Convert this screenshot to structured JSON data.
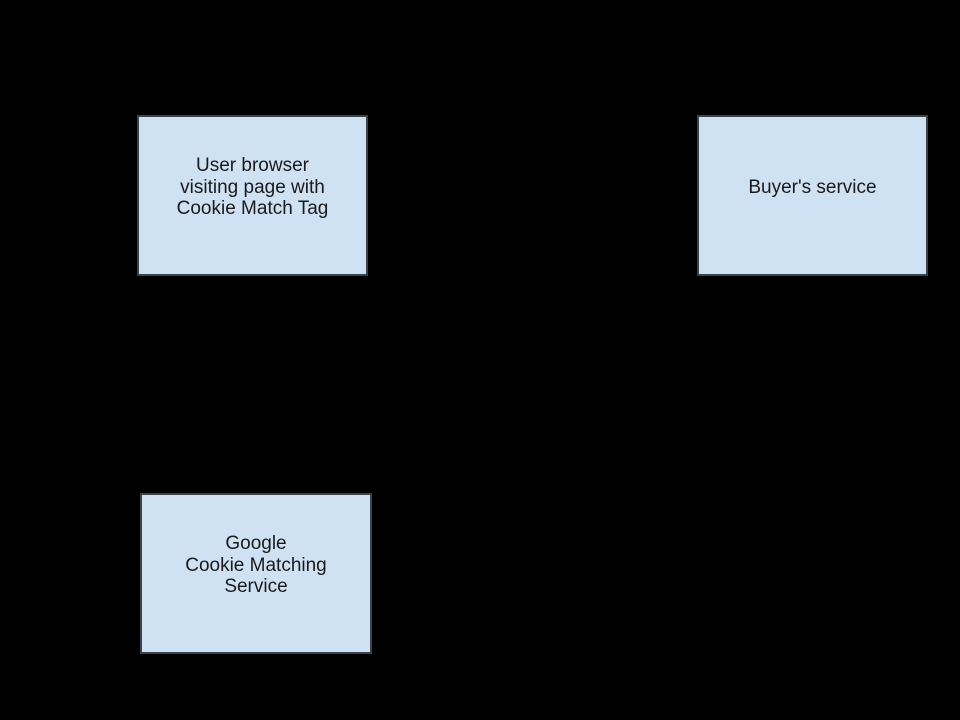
{
  "canvas": {
    "background_color": "#000000"
  },
  "diagram": {
    "style": {
      "node_fill_color": "#cfe2f3",
      "node_border_color": "#39434e",
      "node_text_color": "#1a1a1a"
    },
    "nodes": [
      {
        "id": "user-browser",
        "label": "User browser\nvisiting page with\nCookie Match Tag"
      },
      {
        "id": "buyers-service",
        "label": "Buyer's service"
      },
      {
        "id": "google-cookie-matching-service",
        "label": "Google\nCookie Matching\nService"
      }
    ]
  }
}
